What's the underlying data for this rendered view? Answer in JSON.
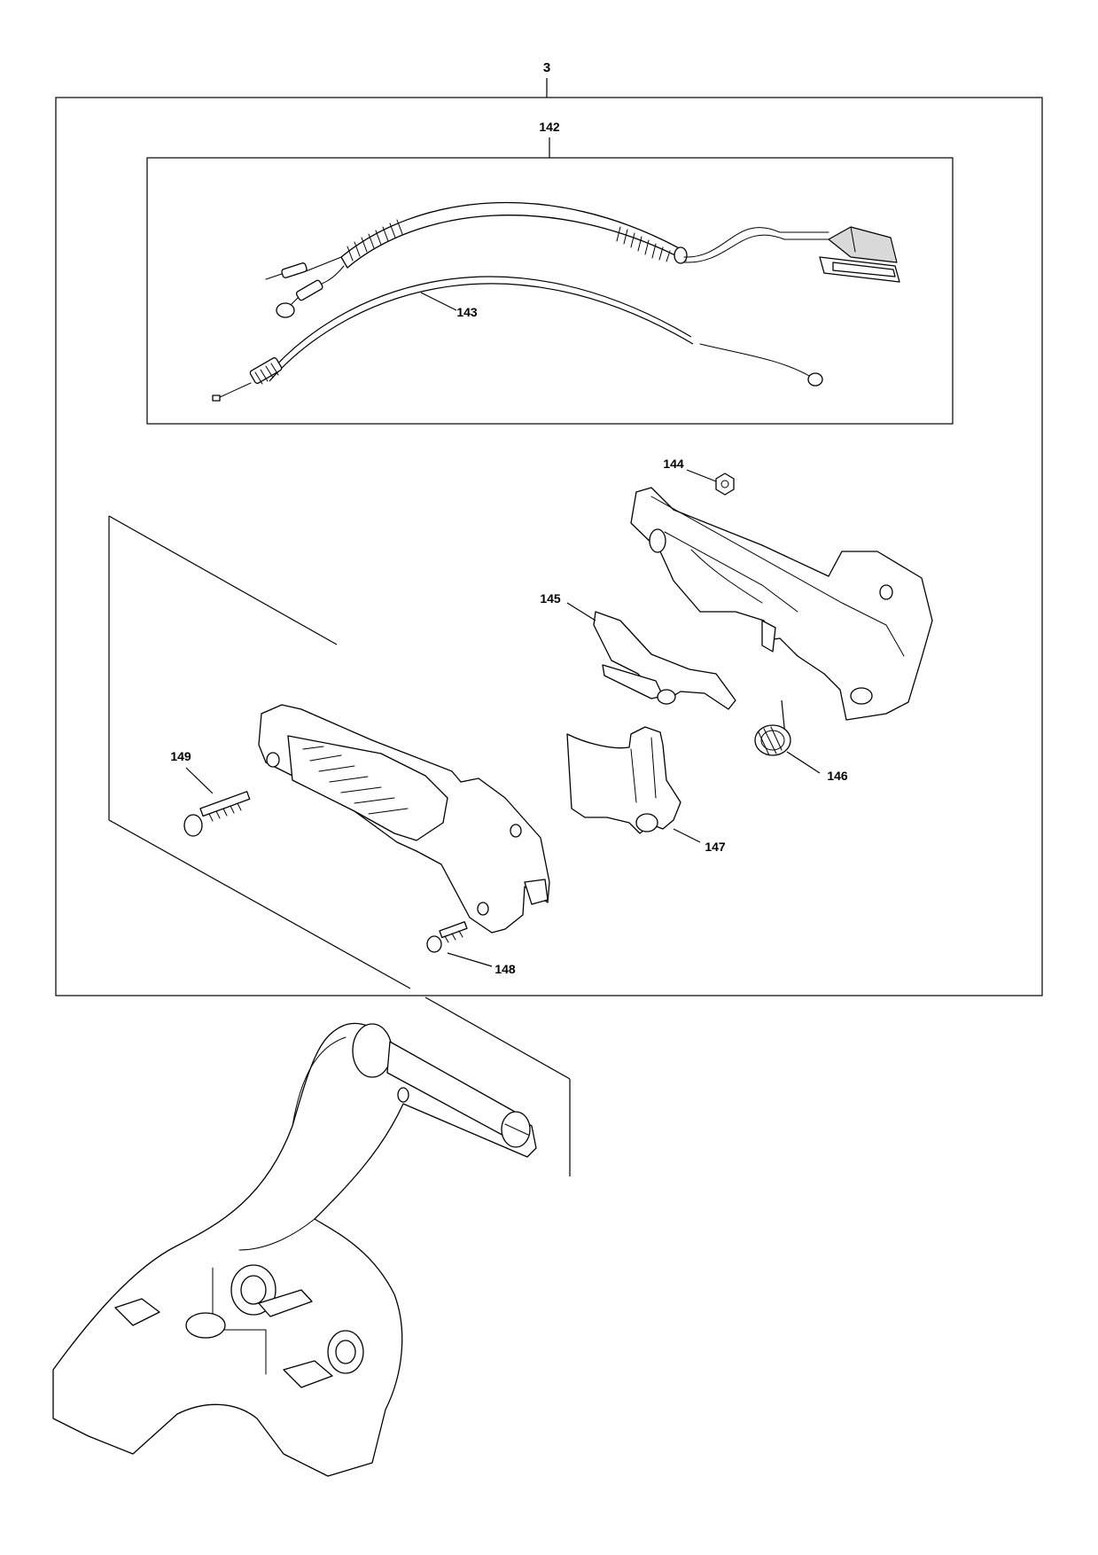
{
  "callouts": {
    "assembly": "3",
    "wire_harness": "142",
    "throttle_cable": "143",
    "nut": "144",
    "lever": "145",
    "spring": "146",
    "trigger": "147",
    "tapping_screw": "148",
    "hex_socket_bolt": "149"
  }
}
